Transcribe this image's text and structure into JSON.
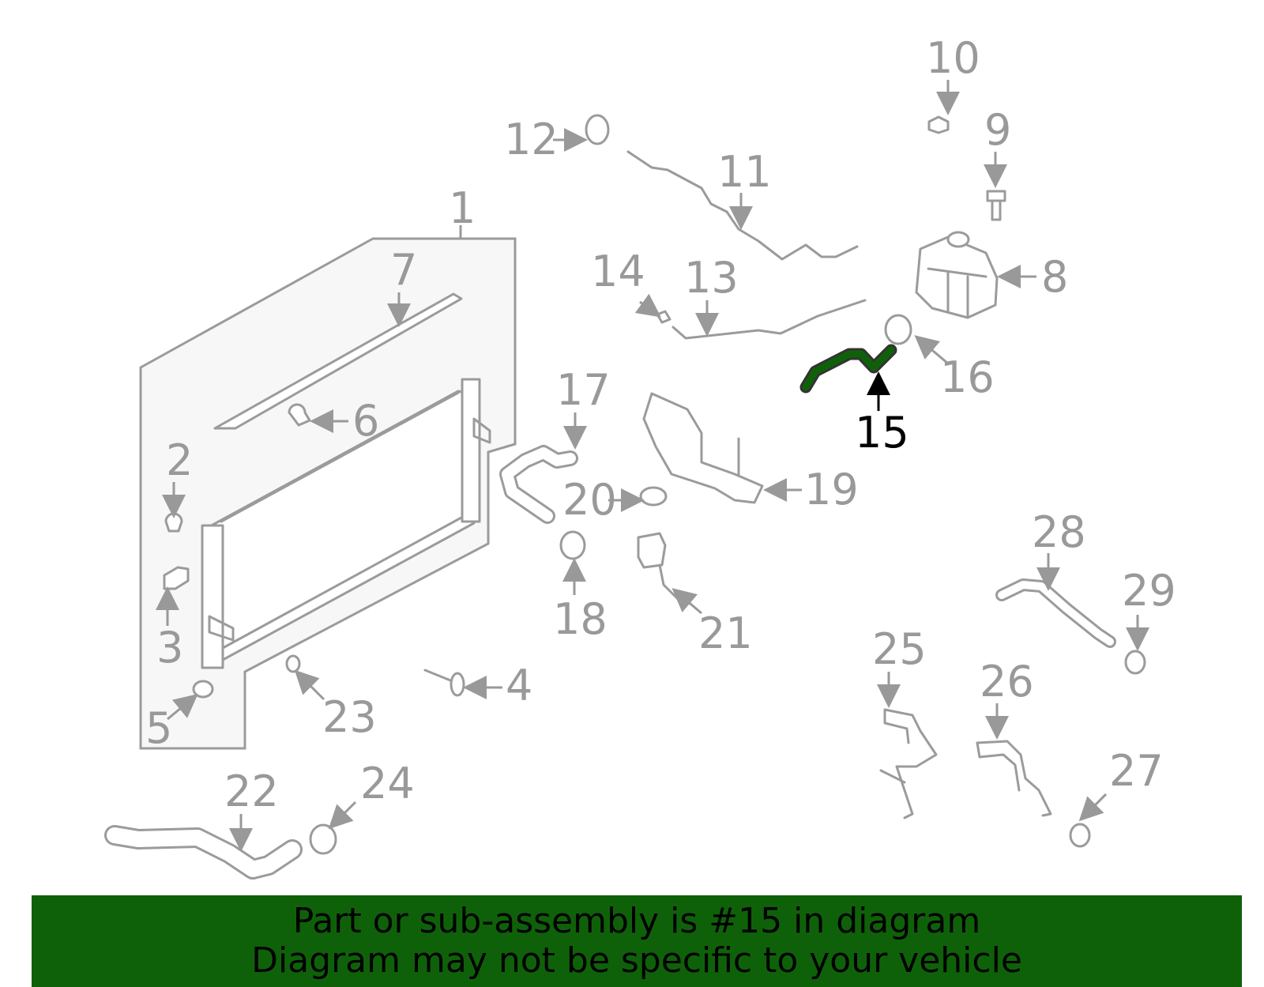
{
  "diagram": {
    "highlight_color": "#0f6109",
    "line_color": "#9b9b9b",
    "highlighted_part": "15",
    "callouts": [
      "1",
      "2",
      "3",
      "4",
      "5",
      "6",
      "7",
      "8",
      "9",
      "10",
      "11",
      "12",
      "13",
      "14",
      "15",
      "16",
      "17",
      "18",
      "19",
      "20",
      "21",
      "22",
      "23",
      "24",
      "25",
      "26",
      "27",
      "28",
      "29"
    ]
  },
  "banner": {
    "line1": "Part or sub-assembly is #15 in diagram",
    "line2": "Diagram may not be specific to your vehicle",
    "background": "#0f6109"
  }
}
